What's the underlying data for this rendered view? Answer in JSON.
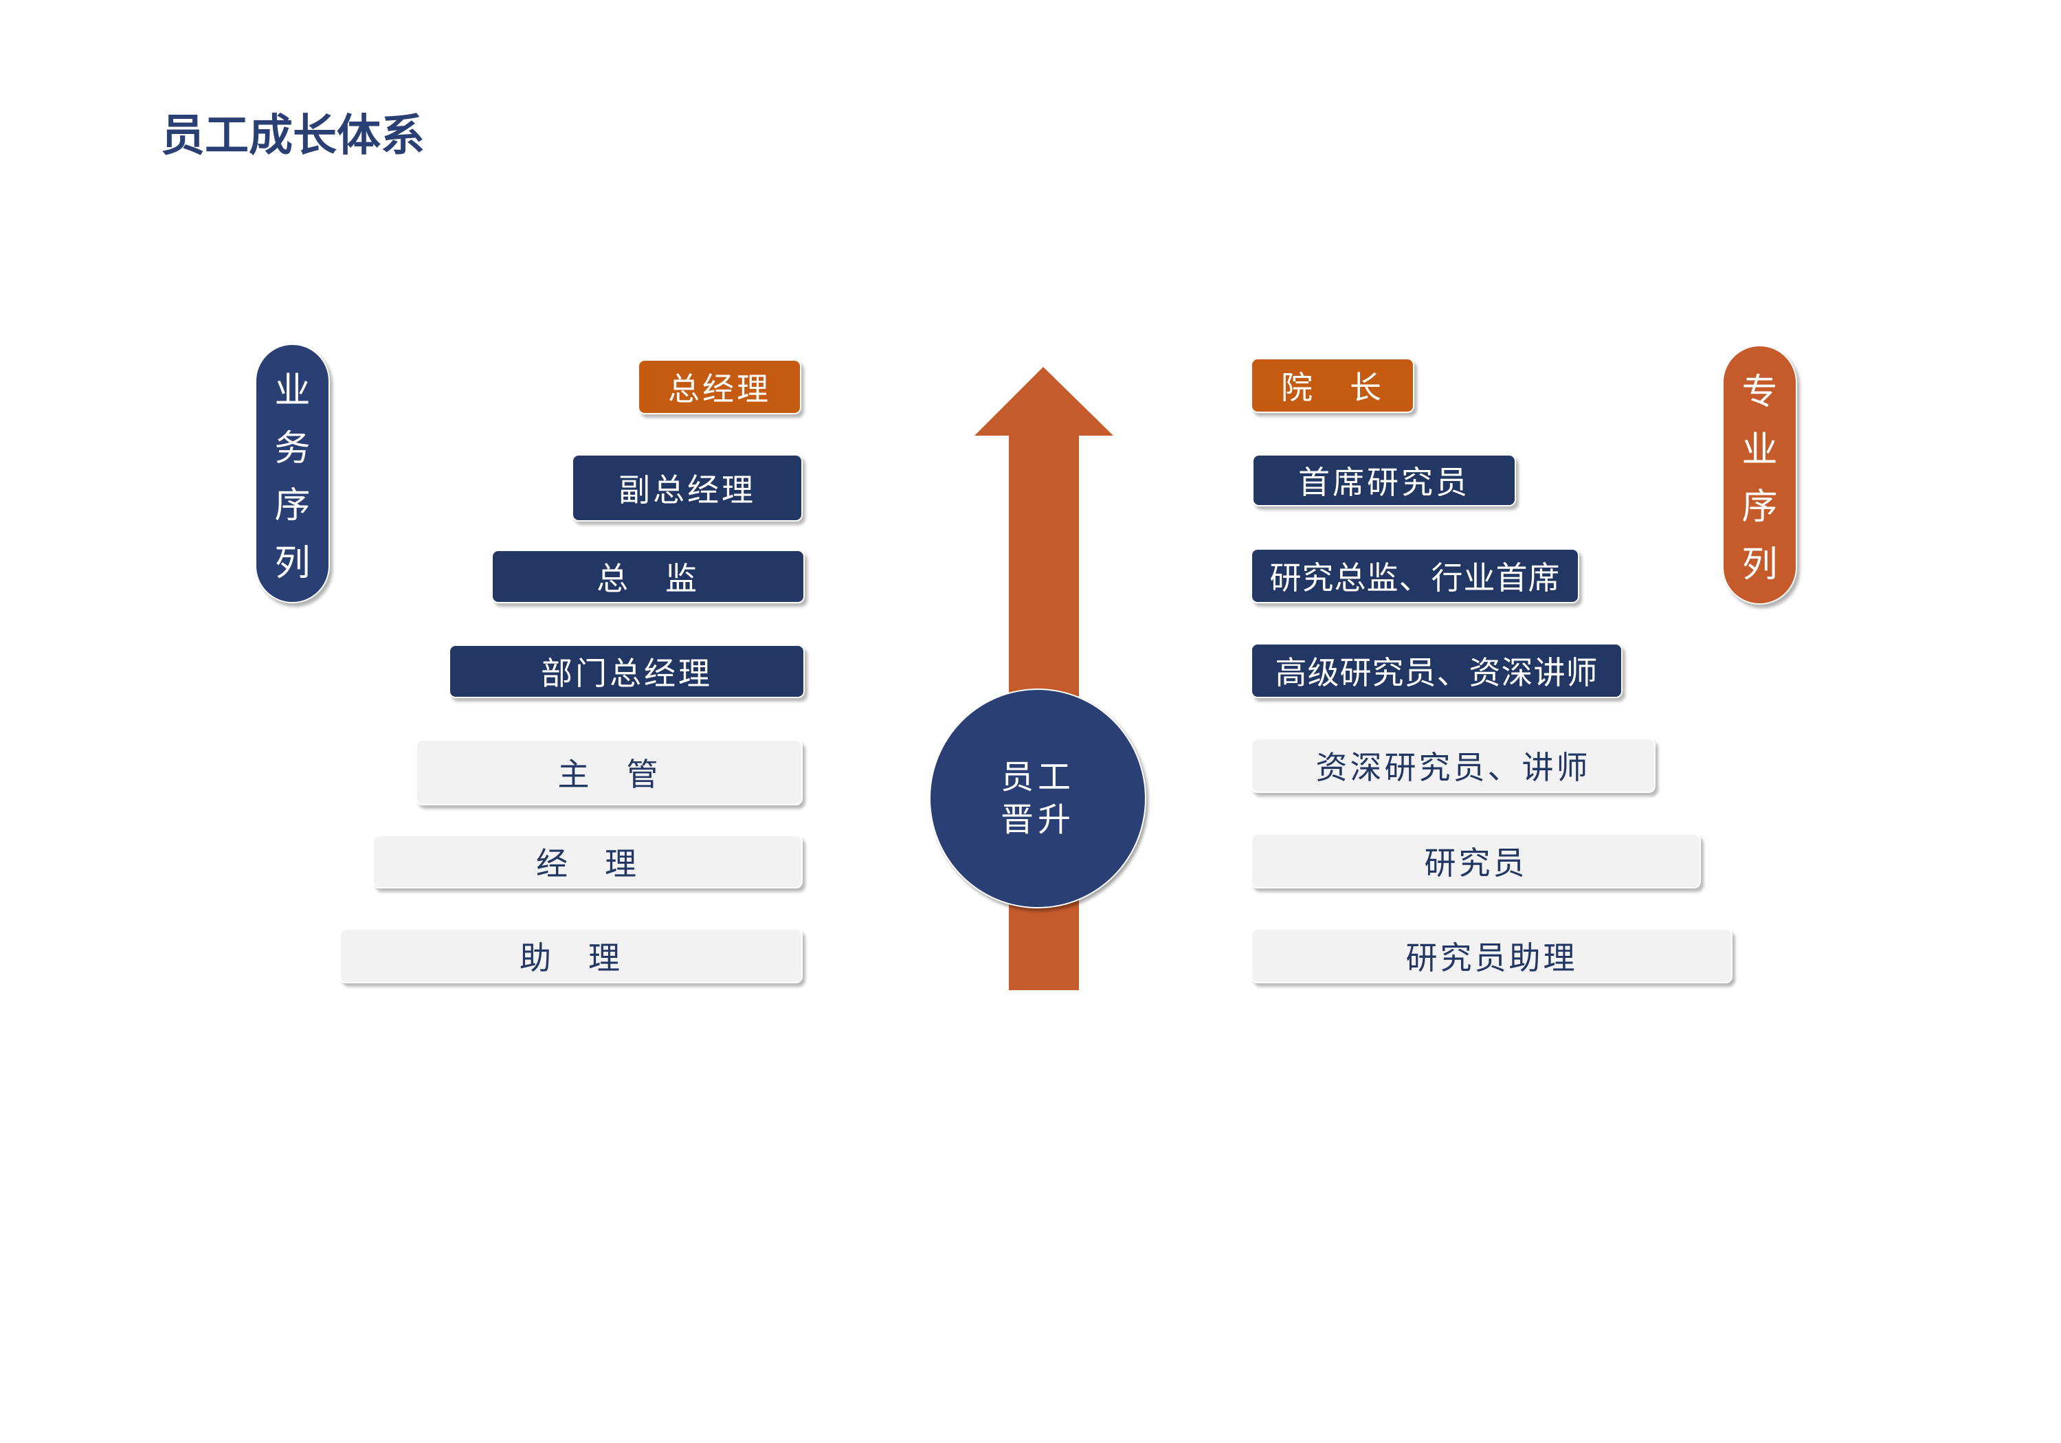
{
  "title": "员工成长体系",
  "center": {
    "line1": "员工",
    "line2": "晋升"
  },
  "business_track": {
    "label": [
      "业",
      "务",
      "序",
      "列"
    ],
    "levels": [
      "总经理",
      "副总经理",
      "总　监",
      "部门总经理",
      "主　管",
      "经　理",
      "助　理"
    ]
  },
  "professional_track": {
    "label": [
      "专",
      "业",
      "序",
      "列"
    ],
    "levels": [
      "院　长",
      "首席研究员",
      "研究总监、行业首席",
      "高级研究员、资深讲师",
      "资深研究员、讲师",
      "研究员",
      "研究员助理"
    ]
  },
  "colors": {
    "navy": "#223763",
    "orange": "#c55a11",
    "arrow": "#c55a2b",
    "light": "#f2f2f2"
  }
}
